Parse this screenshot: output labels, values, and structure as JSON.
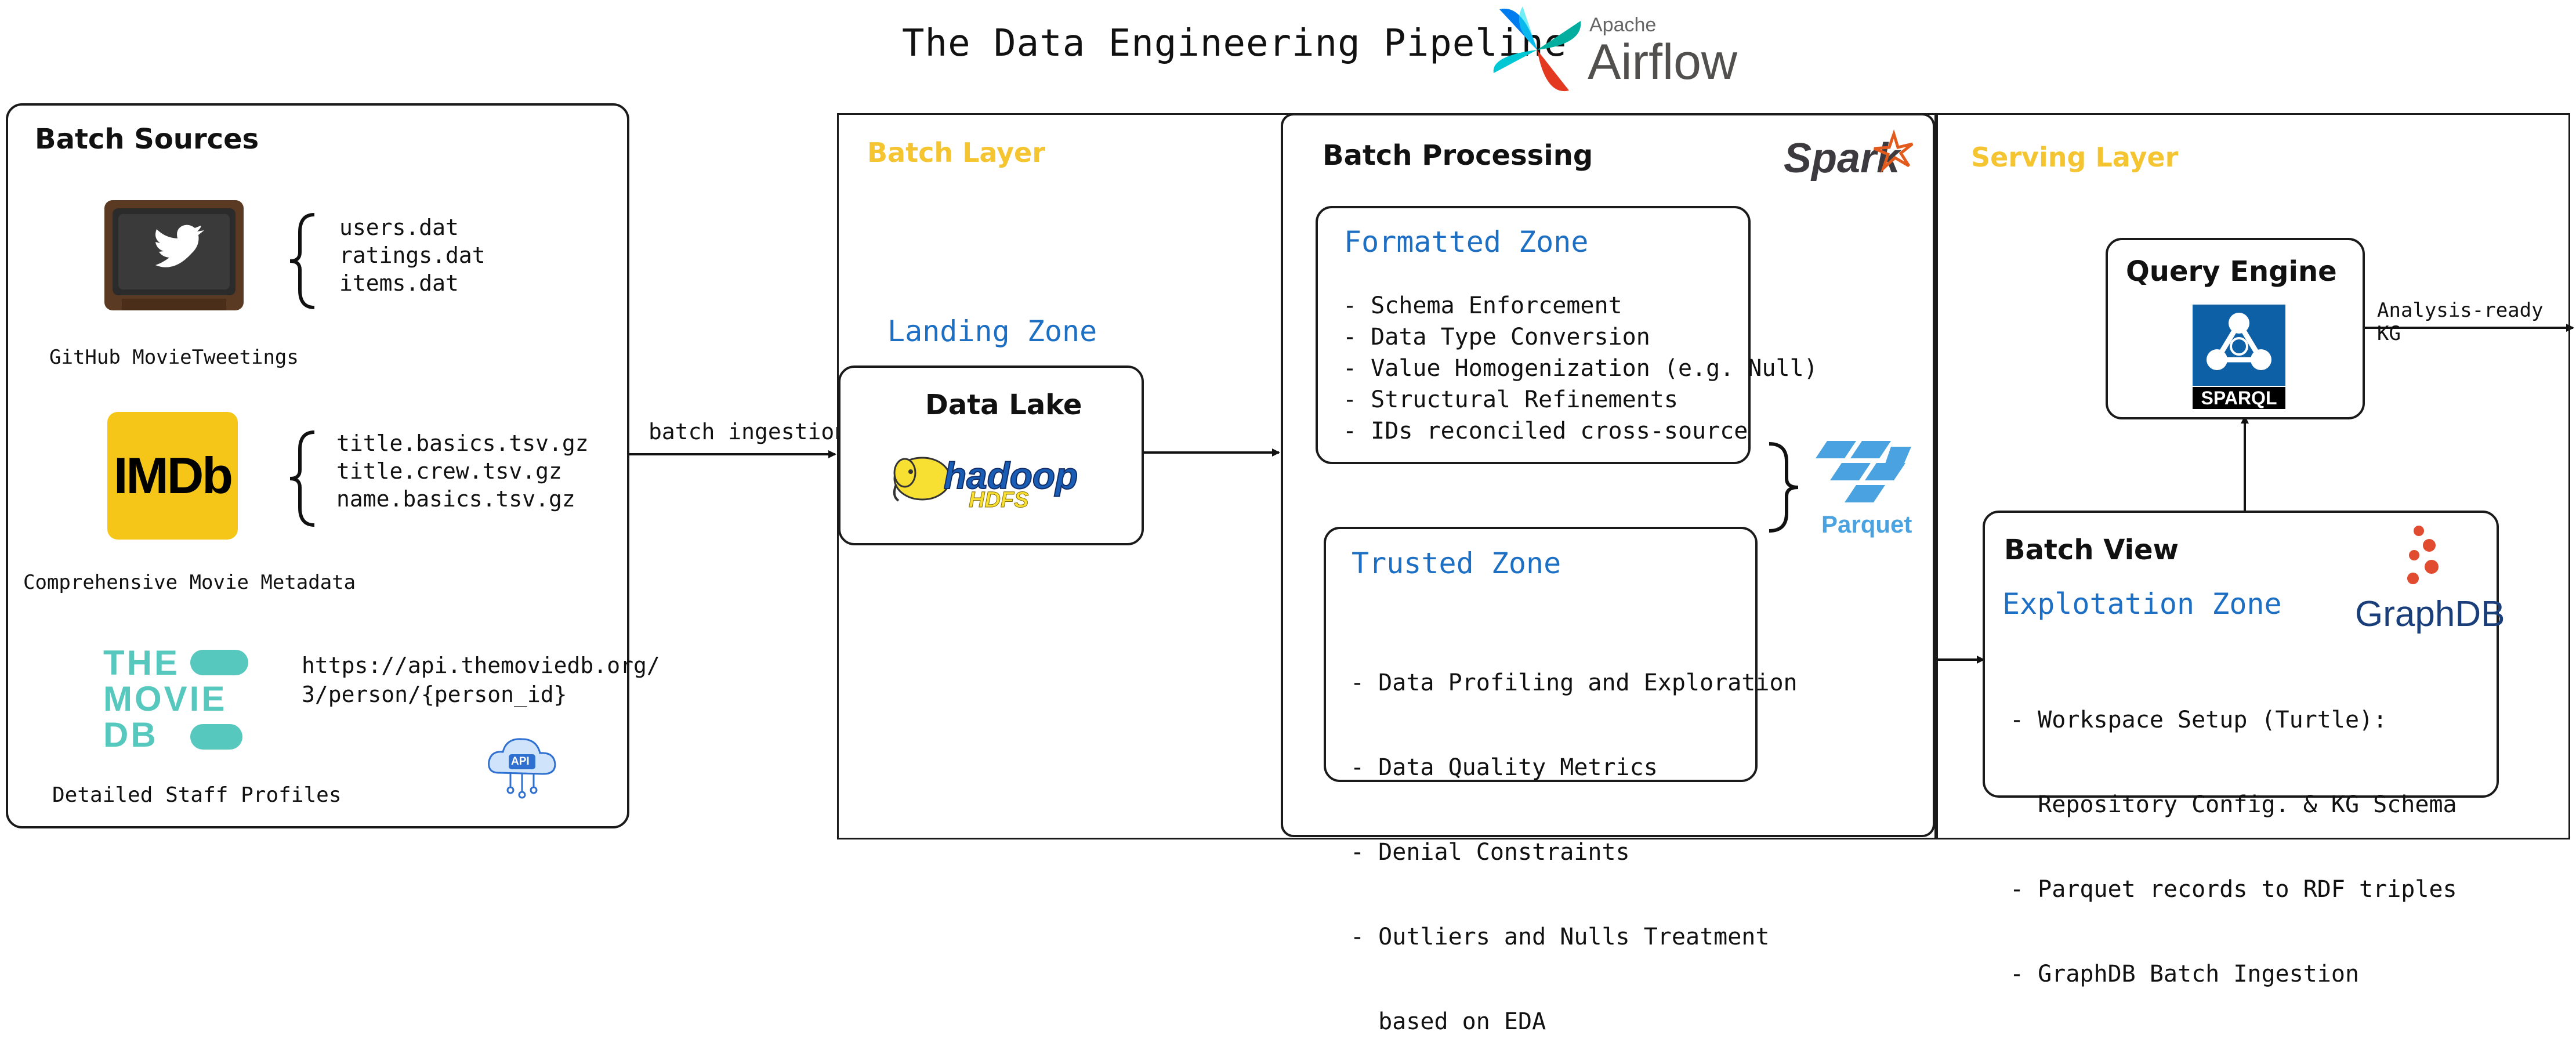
{
  "title": "The Data Engineering Pipeline",
  "airflow_logo": {
    "line1": "Apache",
    "line2": "Airflow"
  },
  "batch_sources": {
    "heading": "Batch Sources",
    "twitter": {
      "files": [
        "users.dat",
        "ratings.dat",
        "items.dat"
      ],
      "caption": "GitHub MovieTweetings"
    },
    "imdb": {
      "logo_text": "IMDb",
      "files": [
        "title.basics.tsv.gz",
        "title.crew.tsv.gz",
        "name.basics.tsv.gz"
      ],
      "caption": "Comprehensive Movie Metadata"
    },
    "tmdb": {
      "logo_lines": [
        "THE",
        "MOVIE",
        "DB"
      ],
      "endpoint_lines": [
        "https://api.themoviedb.org/",
        "3/person/{person_id}"
      ],
      "api_label": "API",
      "caption": "Detailed Staff Profiles"
    }
  },
  "batch_ingestion_label": "batch ingestion",
  "batch_layer": {
    "heading": "Batch Layer",
    "landing_zone": "Landing Zone",
    "data_lake": "Data Lake",
    "hadoop_logo": {
      "line1": "hadoop",
      "line2": "HDFS"
    }
  },
  "batch_processing": {
    "heading": "Batch Processing",
    "spark_logo": "Spark",
    "formatted_zone": {
      "title": "Formatted Zone",
      "items": [
        "- Schema Enforcement",
        "- Data Type Conversion",
        "- Value Homogenization (e.g. Null)",
        "- Structural Refinements",
        "- IDs reconciled cross-source"
      ]
    },
    "trusted_zone": {
      "title": "Trusted Zone",
      "items": [
        "- Data Profiling and Exploration",
        "- Data Quality Metrics",
        "- Denial Constraints",
        "- Outliers and Nulls Treatment",
        "  based on EDA"
      ]
    },
    "parquet_label": "Parquet"
  },
  "serving_layer": {
    "heading": "Serving Layer",
    "query_engine": "Query Engine",
    "sparql_label": "SPARQL",
    "output_label": "Analysis-ready KG",
    "batch_view": {
      "heading": "Batch View",
      "zone": "Explotation Zone",
      "graphdb_label": "GraphDB",
      "items": [
        "- Workspace Setup (Turtle):",
        "  Repository Config. & KG Schema",
        "- Parquet records to RDF triples",
        "- GraphDB Batch Ingestion"
      ]
    }
  },
  "colors": {
    "layer_heading": "#f5c531",
    "zone_title": "#1d6fc4",
    "imdb_yellow": "#f5c518",
    "tmdb_teal": "#57c8bd",
    "parquet_blue": "#4aa3e0",
    "graphdb_red": "#e14b2f",
    "airflow_teal": "#00ad9f",
    "airflow_red": "#e43921",
    "airflow_blue": "#017cee"
  }
}
